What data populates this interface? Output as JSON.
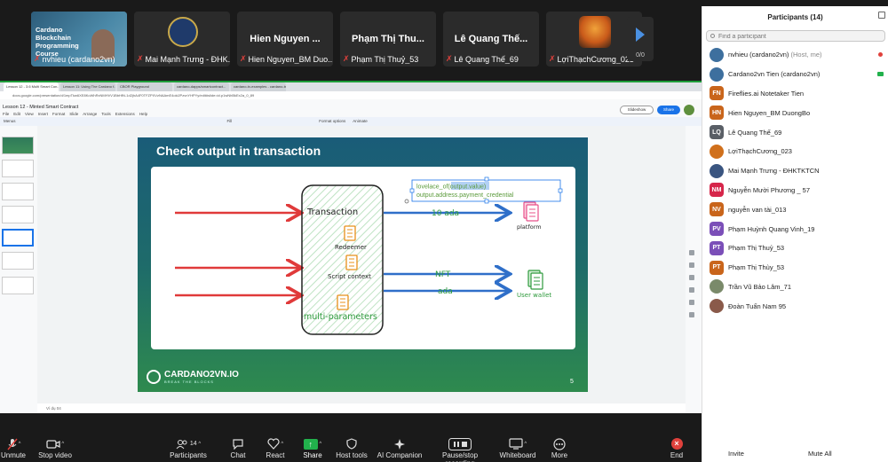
{
  "gallery": {
    "tiles": [
      {
        "name": "nvhieu (cardano2vn)",
        "video_title": "Cardano Blockchain Programming Course",
        "kind": "video"
      },
      {
        "name": "Mai Mạnh Trưng - ĐHK...",
        "kind": "avatar"
      },
      {
        "name": "Hien Nguyen_BM Duo...",
        "display": "Hien Nguyen ...",
        "kind": "name"
      },
      {
        "name": "Phạm Thị Thuỷ_53",
        "display": "Phạm Thị Thu...",
        "kind": "name"
      },
      {
        "name": "Lê Quang Thế_69",
        "display": "Lê Quang Thế...",
        "kind": "name"
      },
      {
        "name": "LợiThạchCương_023",
        "kind": "fox"
      }
    ],
    "page_count": "0/0"
  },
  "browser": {
    "tabs": [
      "Lesson 12 - 3.6 Multi Smart Con...",
      "Lesson 11: Using The Cardano f...",
      "CBOR Playground",
      "cardano-dapps/smartcontract...",
      "cardano-tx-examples - cardano-tx..."
    ],
    "url": "docs.google.com/presentation/d/1mpTkw6XE8KoWhRxNMHVV1BbHfN-1d2jhA4F0TFZPXVzNAAmE4oklJPzvnYHPYy/edit#slide=id.p1wNhBkEx2a_0_89"
  },
  "doc": {
    "title": "Lesson 12 - Minted Smart Contract",
    "menu": [
      "File",
      "Edit",
      "View",
      "Insert",
      "Format",
      "Slide",
      "Arrange",
      "Tools",
      "Extensions",
      "Help"
    ],
    "toolbar": [
      "Menus",
      "Fill",
      "Format options",
      "Animate"
    ],
    "slideshow_label": "Slideshow",
    "share_label": "Share",
    "speaker_notes": "Ví dụ 04"
  },
  "slide": {
    "title": "Check output in transaction",
    "transaction_label": "Transaction",
    "redeemer_label": "Redeemer",
    "script_context_label": "Script context",
    "multi_params_label": "multi-parameters",
    "ada_10_label": "10 ada",
    "nft_label": "NFT",
    "ada_label": "ada",
    "platform_label": "platform",
    "user_wallet_label": "User wallet",
    "code_prefix": "lovelace_of(",
    "code_highlight": "output.value",
    "code_suffix": ")",
    "code_line2": "output.address.payment_credential",
    "brand": "CARDANO2VN.IO",
    "tagline": "BREAK THE BLOCKS",
    "page_number": "5"
  },
  "toolbar": {
    "unmute": "Unmute",
    "stop_video": "Stop video",
    "participants": "Participants",
    "participants_count": "14",
    "chat": "Chat",
    "react": "React",
    "share": "Share",
    "host_tools": "Host tools",
    "ai_companion": "AI Companion",
    "pause_recording": "Pause/stop recording",
    "whiteboard": "Whiteboard",
    "more": "More",
    "end": "End"
  },
  "panel": {
    "title": "Participants (14)",
    "search_placeholder": "Find a participant",
    "participants": [
      {
        "name": "nvhieu (cardano2vn)",
        "role": "(Host, me)",
        "initials": "",
        "color": "#3d6f9e",
        "flag": "#e0413c"
      },
      {
        "name": "Cardano2vn Tien (cardano2vn)",
        "role": "",
        "initials": "",
        "color": "#3d6f9e",
        "flag": "#22b14c"
      },
      {
        "name": "Fireflies.ai Notetaker Tien",
        "role": "",
        "initials": "FN",
        "color": "#c9651b",
        "flag": ""
      },
      {
        "name": "Hien Nguyen_BM DuongBo",
        "role": "",
        "initials": "HN",
        "color": "#c9651b",
        "flag": ""
      },
      {
        "name": "Lê Quang Thế_69",
        "role": "",
        "initials": "LQ",
        "color": "#5a5f66",
        "flag": ""
      },
      {
        "name": "LợiThạchCương_023",
        "role": "",
        "initials": "",
        "color": "#d0701c",
        "flag": ""
      },
      {
        "name": "Mai Mạnh Trưng - ĐHKTKTCN",
        "role": "",
        "initials": "",
        "color": "#3a5580",
        "flag": ""
      },
      {
        "name": "Nguyễn Mười Phương _ 57",
        "role": "",
        "initials": "NM",
        "color": "#d6264a",
        "flag": ""
      },
      {
        "name": "nguyễn van tài_013",
        "role": "",
        "initials": "NV",
        "color": "#c9651b",
        "flag": ""
      },
      {
        "name": "Phạm Huỳnh Quang Vinh_19",
        "role": "",
        "initials": "PV",
        "color": "#7b4fb8",
        "flag": ""
      },
      {
        "name": "Phạm Thị Thuỷ_53",
        "role": "",
        "initials": "PT",
        "color": "#7b4fb8",
        "flag": ""
      },
      {
        "name": "Phạm Thị Thùy_53",
        "role": "",
        "initials": "PT",
        "color": "#c9651b",
        "flag": ""
      },
      {
        "name": "Trần Vũ Bảo Lâm_71",
        "role": "",
        "initials": "",
        "color": "#7a8a6a",
        "flag": ""
      },
      {
        "name": "Đoàn Tuấn Nam 95",
        "role": "",
        "initials": "",
        "color": "#8a5a4a",
        "flag": ""
      }
    ],
    "invite_label": "Invite",
    "mute_all_label": "Mute All"
  },
  "colors": {
    "accent": "#1a73e8",
    "red_arrow": "#e03a3a",
    "blue_arrow": "#2f6fc9",
    "green_text": "#2e9a3c",
    "orange_icon": "#e8901a",
    "pink_icon": "#e8508a"
  }
}
